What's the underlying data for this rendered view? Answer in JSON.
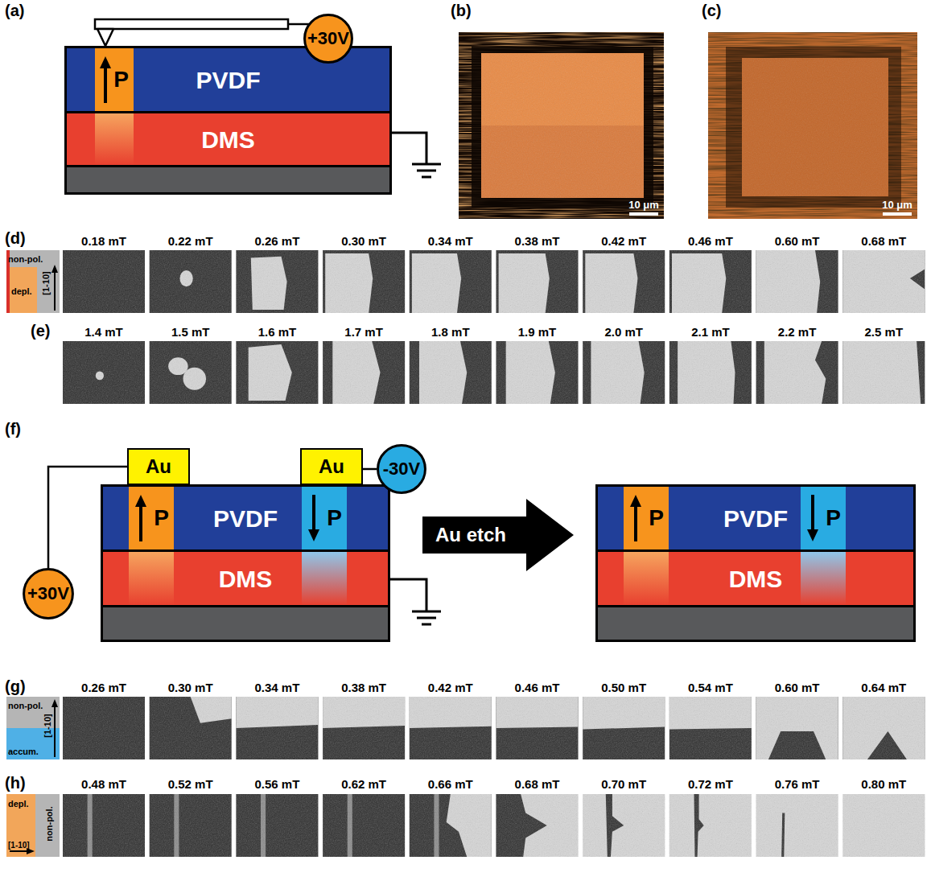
{
  "diagram": {
    "nodes": [
      {
        "text": [
          "+30V"
        ]
      },
      {
        "text": [
          "PVDF"
        ]
      },
      {
        "text": [
          "P"
        ],
        "in": 1
      },
      {
        "text": [
          "DMS"
        ]
      },
      {
        "text": [
          "Au"
        ]
      },
      {
        "text": [
          "Au"
        ]
      },
      {
        "text": [
          "-30V"
        ]
      },
      {
        "text": [
          "+30V"
        ]
      },
      {
        "text": [
          "PVDF"
        ]
      },
      {
        "text": [
          "P"
        ],
        "in": 8
      },
      {
        "text": [
          "P"
        ],
        "in": 8
      },
      {
        "text": [
          "DMS"
        ]
      },
      {
        "text": [
          "Au etch"
        ]
      },
      {
        "text": [
          "PVDF"
        ]
      },
      {
        "text": [
          "P"
        ],
        "in": 13
      },
      {
        "text": [
          "P"
        ],
        "in": 13
      },
      {
        "text": [
          "DMS"
        ]
      }
    ],
    "edges": [
      {
        "from": 6,
        "to": 5,
        "arrow": "none"
      },
      {
        "from": 7,
        "to": 4,
        "arrow": "none"
      }
    ],
    "labels": [
      "(a)",
      "(b)",
      "(c)",
      "10 μm",
      "10 μm",
      "(d)",
      "0.18 mT",
      "0.22 mT",
      "0.26 mT",
      "0.30 mT",
      "0.34 mT",
      "0.38 mT",
      "0.42 mT",
      "0.46 mT",
      "0.60 mT",
      "0.68 mT",
      "non-pol.",
      "depl.",
      "[1-10]",
      "(e)",
      "1.4 mT",
      "1.5 mT",
      "1.6 mT",
      "1.7 mT",
      "1.8 mT",
      "1.9 mT",
      "2.0 mT",
      "2.1 mT",
      "2.2 mT",
      "2.5 mT",
      "(f)",
      "(g)",
      "0.26 mT",
      "0.30 mT",
      "0.34 mT",
      "0.38 mT",
      "0.42 mT",
      "0.46 mT",
      "0.50 mT",
      "0.54 mT",
      "0.60 mT",
      "0.64 mT",
      "non-pol.",
      "accum.",
      "[1-10]",
      "(h)",
      "0.48 mT",
      "0.52 mT",
      "0.56 mT",
      "0.62 mT",
      "0.66 mT",
      "0.68 mT",
      "0.70 mT",
      "0.72 mT",
      "0.76 mT",
      "0.80 mT",
      "depl.",
      "non-pol.",
      "[1-10]"
    ]
  }
}
